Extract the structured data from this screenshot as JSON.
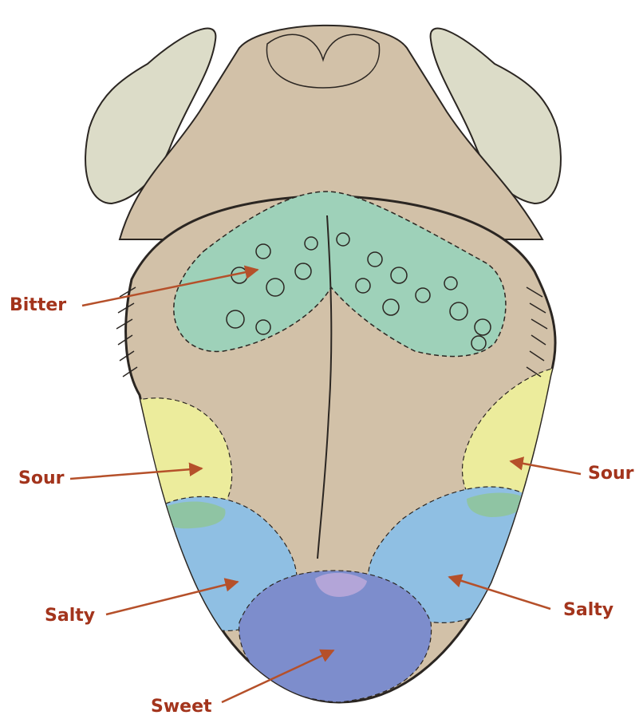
{
  "labels": {
    "bitter": "Bitter",
    "sour_left": "Sour",
    "sour_right": "Sour",
    "salty_left": "Salty",
    "salty_right": "Salty",
    "sweet": "Sweet"
  },
  "colors": {
    "label_text": "#a3341c",
    "arrow": "#b5502a",
    "tongue_base": "#d2c1a8",
    "tongue_outline": "#2b2622",
    "bitter_zone": "#9ed1b9",
    "sour_zone": "#ecec9c",
    "salty_zone": "#8fbfe3",
    "sweet_zone": "#7d8dcc",
    "overlap_green": "#8fc4a3",
    "overlap_purple": "#b3a5d8",
    "tonsil": "#dcdcc8"
  }
}
